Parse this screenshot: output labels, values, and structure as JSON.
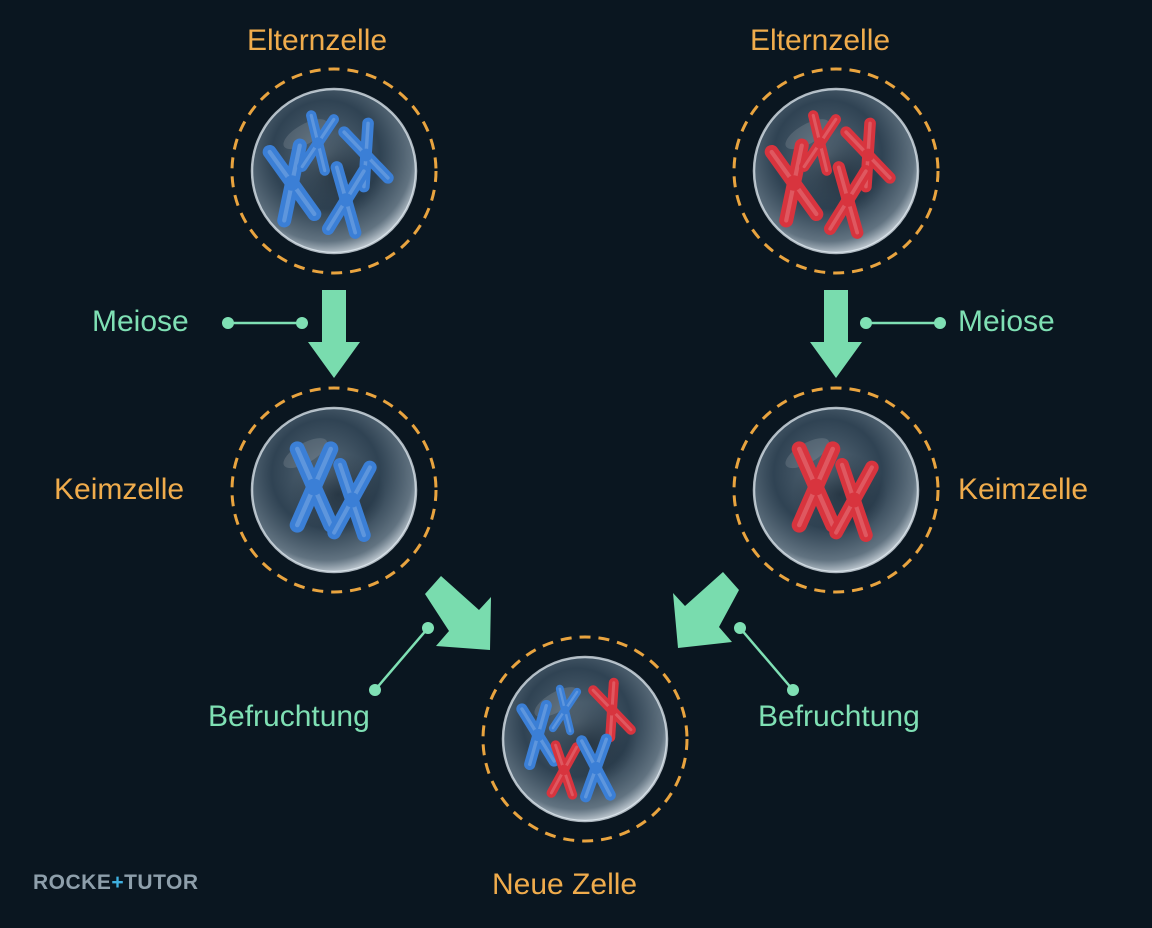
{
  "labels": {
    "parent_left": "Elternzelle",
    "parent_right": "Elternzelle",
    "meiosis_left": "Meiose",
    "meiosis_right": "Meiose",
    "gamete_left": "Keimzelle",
    "gamete_right": "Keimzelle",
    "fertilization_left": "Befruchtung",
    "fertilization_right": "Befruchtung",
    "new_cell": "Neue Zelle"
  },
  "logo": {
    "part1": "ROCKE",
    "plus": "+",
    "part2": "TUTOR"
  },
  "colors": {
    "background": "#0a1620",
    "label_orange": "#f0ac4c",
    "label_green": "#7fe0b4",
    "arrow_green": "#79dcae",
    "chromosome_blue": "#3b7fd6",
    "chromosome_red": "#d8343e",
    "cell_dashed_ring": "#e9a43f"
  },
  "icons": {
    "cell": "cell-icon",
    "chromosome": "chromosome-icon",
    "arrow": "arrow-icon",
    "leader_line": "leader-line-icon"
  }
}
